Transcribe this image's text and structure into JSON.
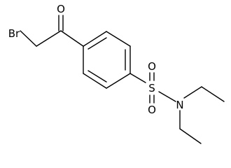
{
  "molecule": {
    "atoms": {
      "br": "Br",
      "o_ketone": "O",
      "s": "S",
      "o_sulfonyl_top": "O",
      "o_sulfonyl_bottom": "O",
      "n": "N"
    }
  },
  "colors": {
    "bond": "#000000",
    "label": "#000000",
    "background": "#ffffff"
  }
}
